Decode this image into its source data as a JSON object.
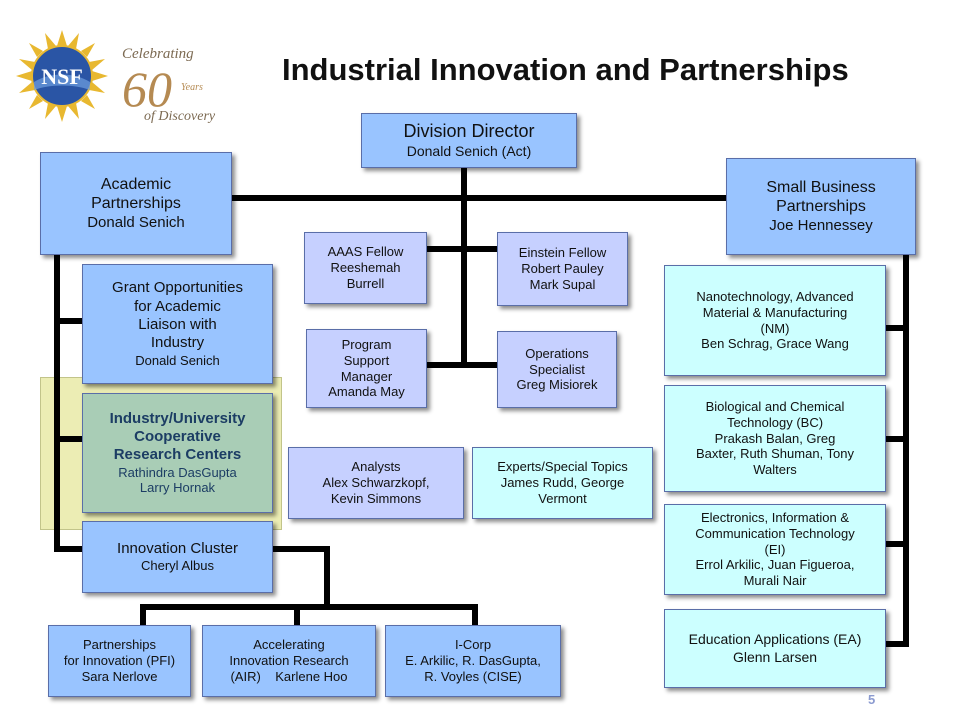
{
  "title": "Industrial Innovation and Partnerships",
  "logo": {
    "nsf": "NSF",
    "celebrating": "Celebrating",
    "sixty": "60",
    "years": "Years",
    "of_discovery": "of Discovery"
  },
  "director": {
    "title": "Division Director",
    "name": "Donald Senich (Act)"
  },
  "academic": {
    "line1": "Academic",
    "line2": "Partnerships",
    "name": "Donald Senich"
  },
  "small_business": {
    "line1": "Small Business",
    "line2": "Partnerships",
    "name": "Joe Hennessey"
  },
  "aaas": {
    "line1": "AAAS Fellow",
    "line2": "Reeshemah",
    "line3": "Burrell"
  },
  "einstein": {
    "line1": "Einstein Fellow",
    "line2": "Robert Pauley",
    "line3": "Mark Supal"
  },
  "program_support": {
    "line1": "Program",
    "line2": "Support",
    "line3": "Manager",
    "line4": "Amanda May"
  },
  "operations": {
    "line1": "Operations",
    "line2": "Specialist",
    "line3": "Greg Misiorek"
  },
  "analysts": {
    "line1": "Analysts",
    "line2": "Alex Schwarzkopf,",
    "line3": "Kevin Simmons"
  },
  "experts": {
    "line1": "Experts/Special Topics",
    "line2": "James Rudd, George",
    "line3": "Vermont"
  },
  "goali": {
    "line1": "Grant Opportunities",
    "line2": "for Academic",
    "line3": "Liaison with",
    "line4": "Industry",
    "name": "Donald Senich"
  },
  "iucrc": {
    "line1": "Industry/University",
    "line2": "Cooperative",
    "line3": "Research Centers",
    "name1": "Rathindra DasGupta",
    "name2": "Larry Hornak"
  },
  "cluster": {
    "line1": "Innovation Cluster",
    "name": "Cheryl Albus"
  },
  "pfi": {
    "line1": "Partnerships",
    "line2": "for Innovation (PFI)",
    "line3": "Sara Nerlove"
  },
  "air": {
    "line1": "Accelerating",
    "line2": "Innovation Research",
    "line3": "(AIR)    Karlene Hoo"
  },
  "icorp": {
    "line1": "I-Corp",
    "line2": "E. Arkilic, R. DasGupta,",
    "line3": "R. Voyles (CISE)"
  },
  "nm": {
    "line1": "Nanotechnology, Advanced",
    "line2": "Material & Manufacturing",
    "line3": "(NM)",
    "line4": "Ben Schrag, Grace Wang"
  },
  "bc": {
    "line1": "Biological and Chemical",
    "line2": "Technology (BC)",
    "line3": "Prakash Balan, Greg",
    "line4": "Baxter, Ruth Shuman, Tony",
    "line5": "Walters"
  },
  "ei": {
    "line1": "Electronics, Information &",
    "line2": "Communication Technology",
    "line3": "(EI)",
    "line4": "Errol Arkilic, Juan Figueroa,",
    "line5": "Murali Nair"
  },
  "ea": {
    "line1": "Education Applications (EA)",
    "line2": "Glenn Larsen"
  },
  "page_number": "5"
}
